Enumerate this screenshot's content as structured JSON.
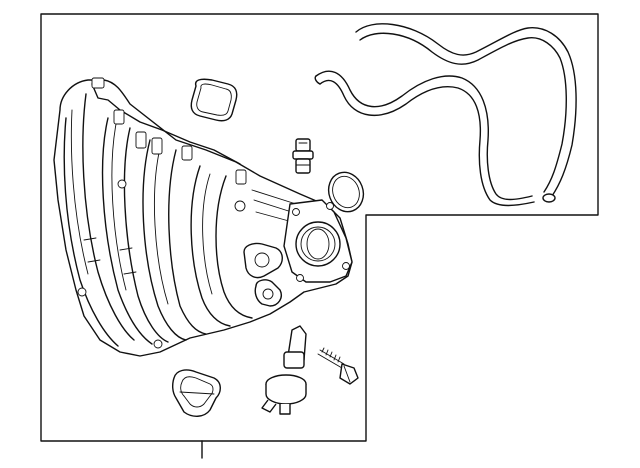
{
  "diagram": {
    "parts": [
      {
        "id": "intake-manifold",
        "icon": "intake-manifold-icon"
      },
      {
        "id": "manifold-gasket",
        "icon": "gasket-icon"
      },
      {
        "id": "vacuum-hose-upper",
        "icon": "hose-icon"
      },
      {
        "id": "vacuum-hose-lower",
        "icon": "hose-icon"
      },
      {
        "id": "pcv-valve",
        "icon": "valve-icon"
      },
      {
        "id": "throttle-body-o-ring",
        "icon": "o-ring-icon"
      },
      {
        "id": "throttle-body",
        "icon": "throttle-body-icon"
      },
      {
        "id": "vacuum-solenoid",
        "icon": "solenoid-icon"
      },
      {
        "id": "mounting-bolt",
        "icon": "bolt-icon"
      },
      {
        "id": "port-gasket",
        "icon": "gasket-icon"
      }
    ],
    "colors": {
      "line": "#111111",
      "background": "#ffffff"
    }
  }
}
